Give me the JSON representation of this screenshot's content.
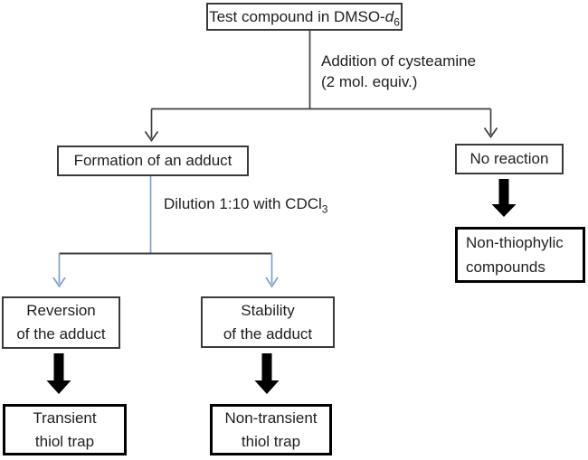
{
  "diagram": {
    "boxes": {
      "test_compound": {
        "prefix": "Test compound in DMSO-",
        "italic": "d",
        "subscript": "6"
      },
      "formation_adduct": {
        "label": "Formation of an adduct"
      },
      "no_reaction": {
        "label": "No reaction"
      },
      "non_thiophylic": {
        "line1": "Non-thiophylic",
        "line2": "compounds"
      },
      "reversion_adduct": {
        "line1": "Reversion",
        "line2": "of the adduct"
      },
      "stability_adduct": {
        "line1": "Stability",
        "line2": "of the adduct"
      },
      "transient_trap": {
        "line1": "Transient",
        "line2": "thiol trap"
      },
      "non_transient_trap": {
        "line1": "Non-transient",
        "line2": "thiol trap"
      }
    },
    "edge_labels": {
      "cysteamine": {
        "line1": "Addition of cysteamine",
        "line2": "(2 mol. equiv.)"
      },
      "dilution": {
        "prefix": "Dilution 1:10 with CDCl",
        "subscript": "3"
      }
    },
    "colors": {
      "connector_dark": "#3f3f3f",
      "connector_blue": "#7f9fd1",
      "block_arrow": "#000000",
      "box_border_thin": "#3a3a3a",
      "box_border_thick": "#000000",
      "text": "#1f1f1f",
      "background": "#ffffff"
    }
  }
}
